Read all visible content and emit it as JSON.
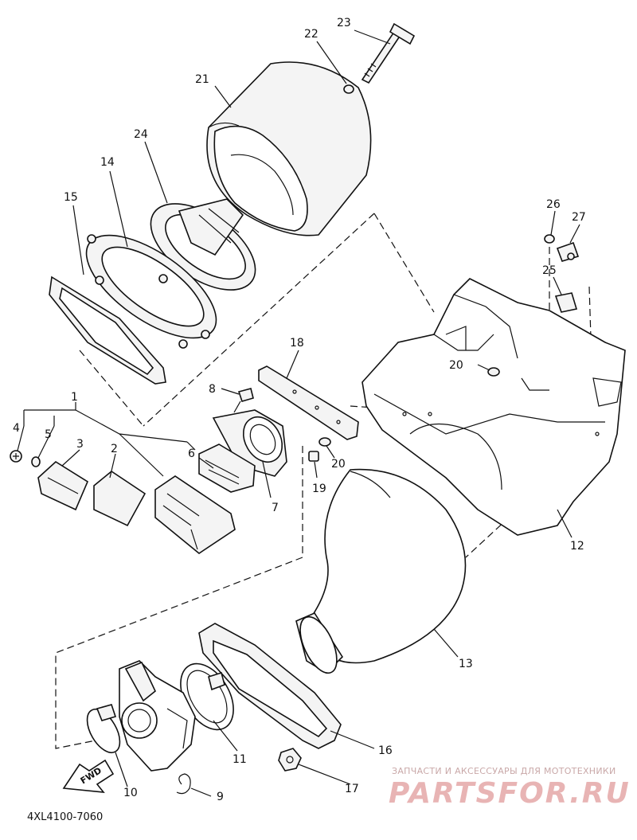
{
  "diagram": {
    "callouts": [
      {
        "id": "1",
        "label": "1"
      },
      {
        "id": "2",
        "label": "2"
      },
      {
        "id": "3",
        "label": "3"
      },
      {
        "id": "4",
        "label": "4"
      },
      {
        "id": "5",
        "label": "5"
      },
      {
        "id": "6",
        "label": "6"
      },
      {
        "id": "7",
        "label": "7"
      },
      {
        "id": "8",
        "label": "8"
      },
      {
        "id": "9",
        "label": "9"
      },
      {
        "id": "10",
        "label": "10"
      },
      {
        "id": "11",
        "label": "11"
      },
      {
        "id": "12",
        "label": "12"
      },
      {
        "id": "13",
        "label": "13"
      },
      {
        "id": "14",
        "label": "14"
      },
      {
        "id": "15",
        "label": "15"
      },
      {
        "id": "16",
        "label": "16"
      },
      {
        "id": "17",
        "label": "17"
      },
      {
        "id": "18",
        "label": "18"
      },
      {
        "id": "19",
        "label": "19"
      },
      {
        "id": "20a",
        "label": "20"
      },
      {
        "id": "20b",
        "label": "20"
      },
      {
        "id": "21",
        "label": "21"
      },
      {
        "id": "22",
        "label": "22"
      },
      {
        "id": "23",
        "label": "23"
      },
      {
        "id": "24",
        "label": "24"
      },
      {
        "id": "25",
        "label": "25"
      },
      {
        "id": "26",
        "label": "26"
      },
      {
        "id": "27",
        "label": "27"
      }
    ],
    "fwd_label": "FWD",
    "drawing_code": "4XL4100-7060"
  },
  "watermark": {
    "line1": "ЗАПЧАСТИ И АКСЕССУАРЫ ДЛЯ МОТОТЕХНИКИ",
    "line2": "PARTSFOR.RU"
  }
}
